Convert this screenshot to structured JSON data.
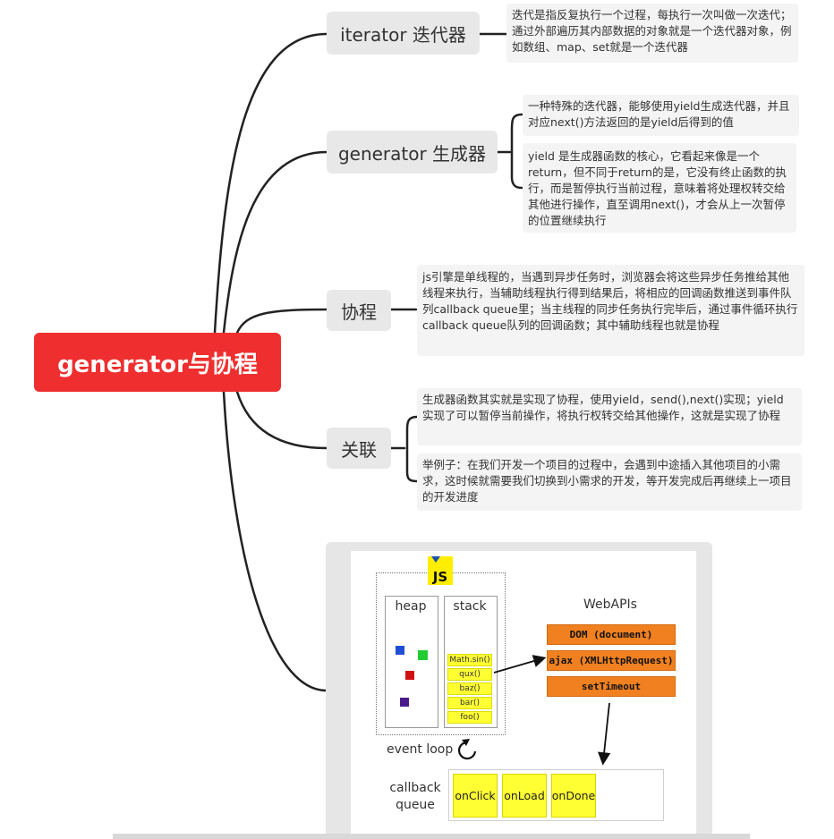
{
  "root": {
    "label": "generator与协程"
  },
  "branches": [
    {
      "label": "iterator 迭代器",
      "notes": [
        "迭代是指反复执行一个过程，每执行一次叫做一次迭代；通过外部遍历其内部数据的对象就是一个迭代器对象，例如数组、map、set就是一个迭代器"
      ]
    },
    {
      "label": "generator 生成器",
      "notes": [
        "一种特殊的迭代器，能够使用yield生成迭代器，并且对应next()方法返回的是yield后得到的值",
        "yield 是生成器函数的核心，它看起来像是一个return，但不同于return的是，它没有终止函数的执行，而是暂停执行当前过程，意味着将处理权转交给其他进行操作，直至调用next()，才会从上一次暂停的位置继续执行"
      ]
    },
    {
      "label": "协程",
      "notes": [
        "js引擎是单线程的，当遇到异步任务时，浏览器会将这些异步任务推给其他线程来执行，当辅助线程执行得到结果后，将相应的回调函数推送到事件队列callback queue里；当主线程的同步任务执行完毕后，通过事件循环执行callback queue队列的回调函数；其中辅助线程也就是协程"
      ]
    },
    {
      "label": "关联",
      "notes": [
        "生成器函数其实就是实现了协程，使用yield，send(),next()实现；yield 实现了可以暂停当前操作，将执行权转交给其他操作，这就是实现了协程",
        "举例子：在我们开发一个项目的过程中，会遇到中途插入其他项目的小需求，这时候就需要我们切换到小需求的开发，等开发完成后再继续上一项目的开发进度"
      ]
    }
  ],
  "event_loop_image": {
    "js_logo": "JS",
    "heap_label": "heap",
    "stack_label": "stack",
    "stack_frames": [
      "Math.sin()",
      "qux()",
      "baz()",
      "bar()",
      "foo()"
    ],
    "webapis_label": "WebAPIs",
    "webapis": [
      "DOM (document)",
      "ajax (XMLHttpRequest)",
      "setTimeout"
    ],
    "event_loop_label": "event loop",
    "callback_queue_label": "callback queue",
    "callbacks": [
      "onClick",
      "onLoad",
      "onDone"
    ],
    "heap_colors": [
      "#1e4fd6",
      "#22cc33",
      "#d01010",
      "#4a1a8c"
    ],
    "accent": {
      "root": "#ef2f2f",
      "webapi": "#f08020",
      "queue": "#ffff33"
    }
  }
}
